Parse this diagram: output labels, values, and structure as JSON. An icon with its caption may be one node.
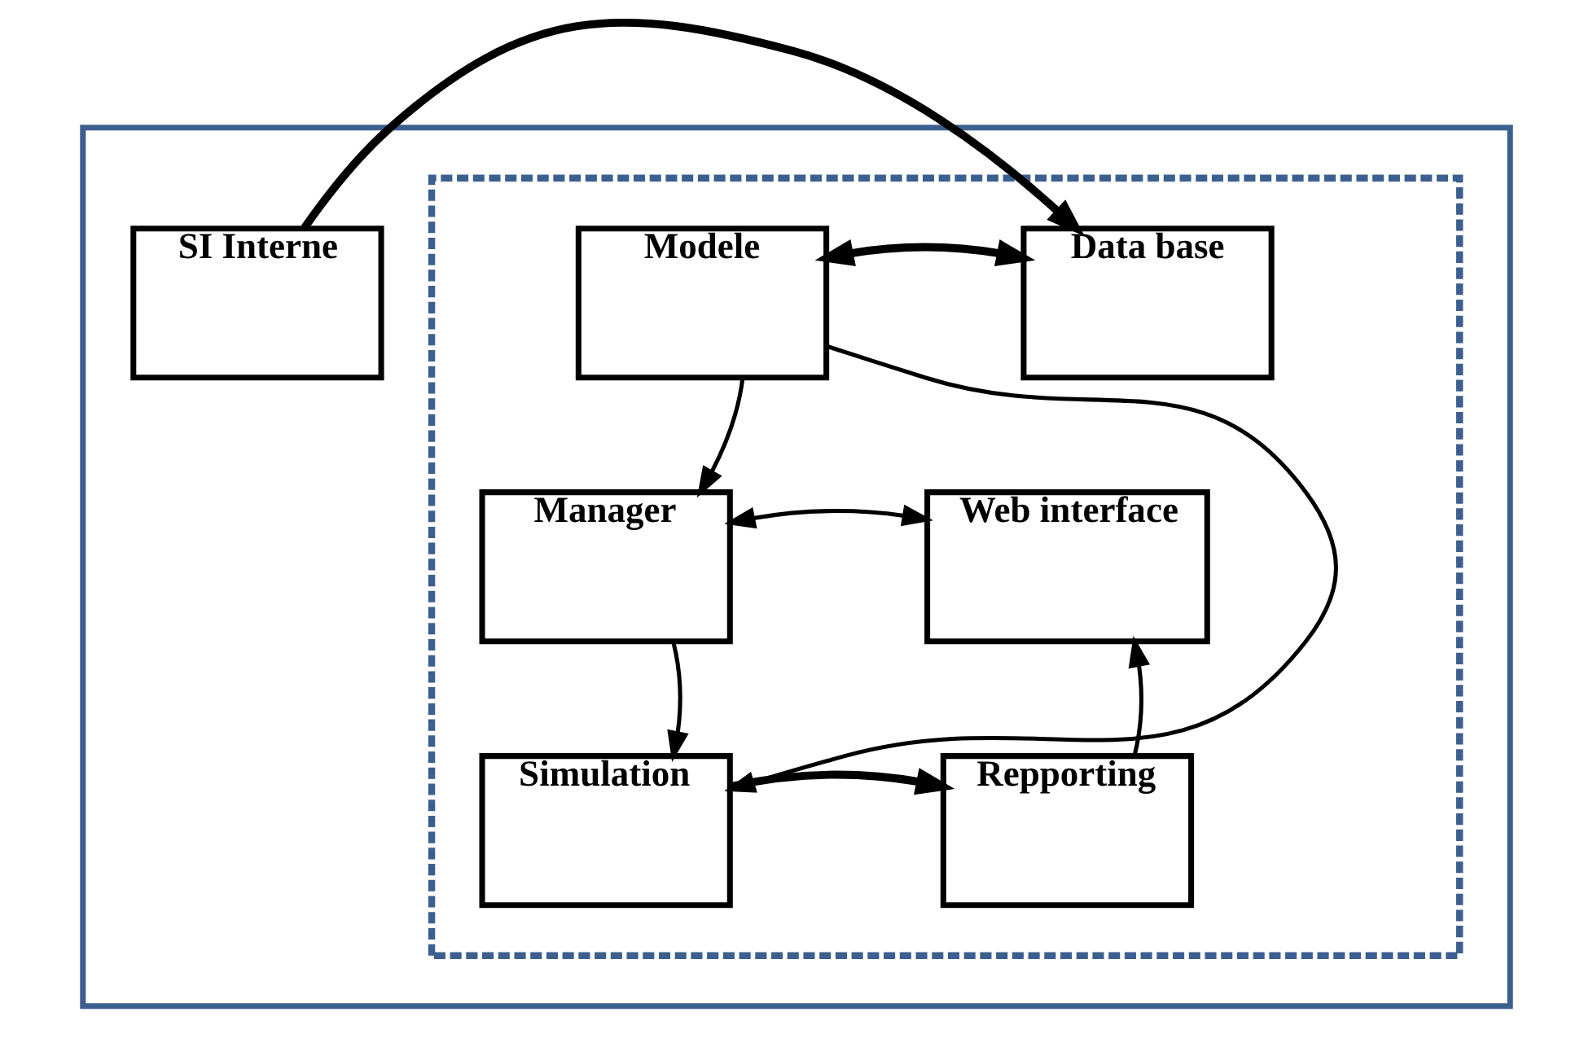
{
  "diagram": {
    "nodes": [
      {
        "text": [],
        "shape": "box"
      },
      {
        "text": [],
        "shape": "box",
        "in": 0
      },
      {
        "text": [
          "Modele"
        ],
        "in": 1
      },
      {
        "text": [
          "Data base"
        ],
        "in": 1
      },
      {
        "text": [
          "SI Interne"
        ],
        "in": 0
      },
      {
        "text": [
          "Manager"
        ],
        "in": 1
      },
      {
        "text": [
          "Web interface"
        ],
        "in": 1
      },
      {
        "text": [
          "Simulation"
        ],
        "in": 1
      },
      {
        "text": [
          "Repporting"
        ],
        "in": 1
      }
    ],
    "edges": [
      {
        "from": 2,
        "to": 3,
        "arrow": "both",
        "style": "thick"
      },
      {
        "from": 4,
        "to": 3,
        "arrow": "to",
        "style": "thick"
      },
      {
        "from": 2,
        "to": 5,
        "arrow": "to"
      },
      {
        "from": 5,
        "to": 6,
        "arrow": "both"
      },
      {
        "from": 5,
        "to": 7,
        "arrow": "to"
      },
      {
        "from": 2,
        "to": 7,
        "arrow": "to"
      },
      {
        "from": 7,
        "to": 8,
        "arrow": "to",
        "style": "thick"
      },
      {
        "from": 8,
        "to": 6,
        "arrow": "to"
      }
    ]
  }
}
